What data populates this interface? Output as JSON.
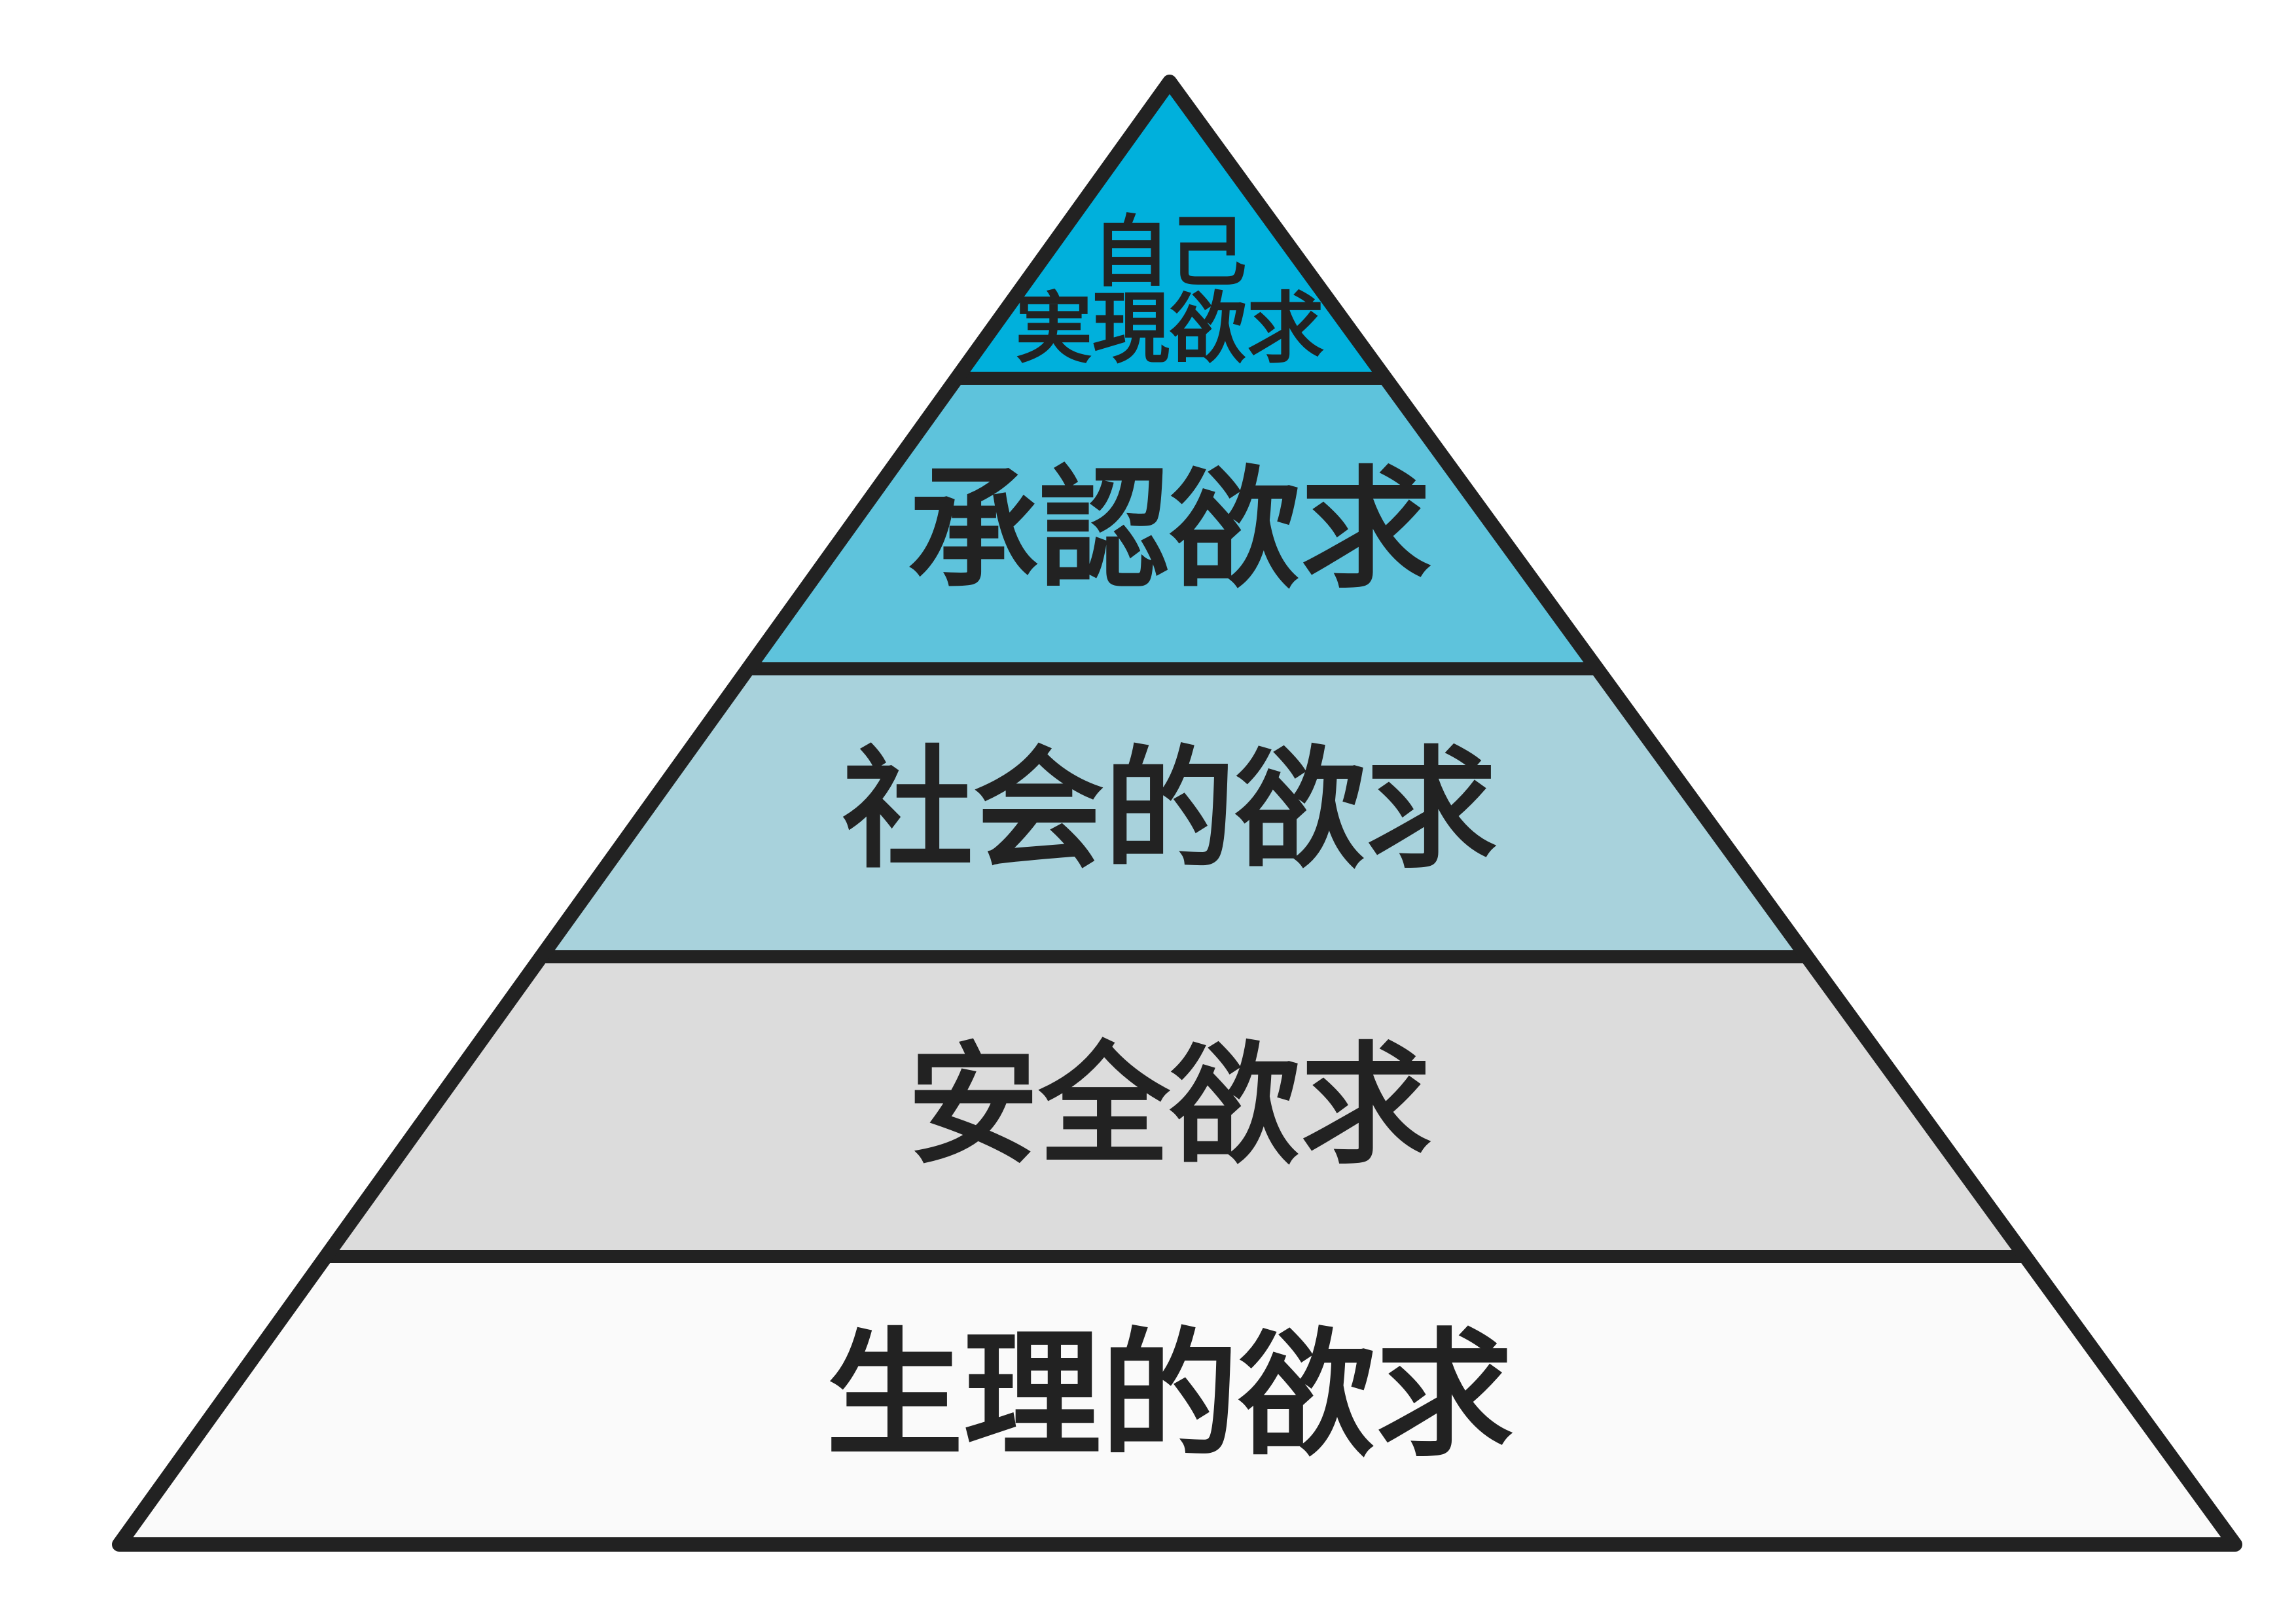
{
  "pyramid": {
    "tiers": [
      {
        "label_lines": [
          "自己",
          "実現欲求"
        ],
        "color": "#00b0dc"
      },
      {
        "label_lines": [
          "承認欲求"
        ],
        "color": "#5ec3dc"
      },
      {
        "label_lines": [
          "社会的欲求"
        ],
        "color": "#a8d2dc"
      },
      {
        "label_lines": [
          "安全欲求"
        ],
        "color": "#dcdcdc"
      },
      {
        "label_lines": [
          "生理的欲求"
        ],
        "color": "#fafafa"
      }
    ],
    "outline_color": "#222222"
  }
}
